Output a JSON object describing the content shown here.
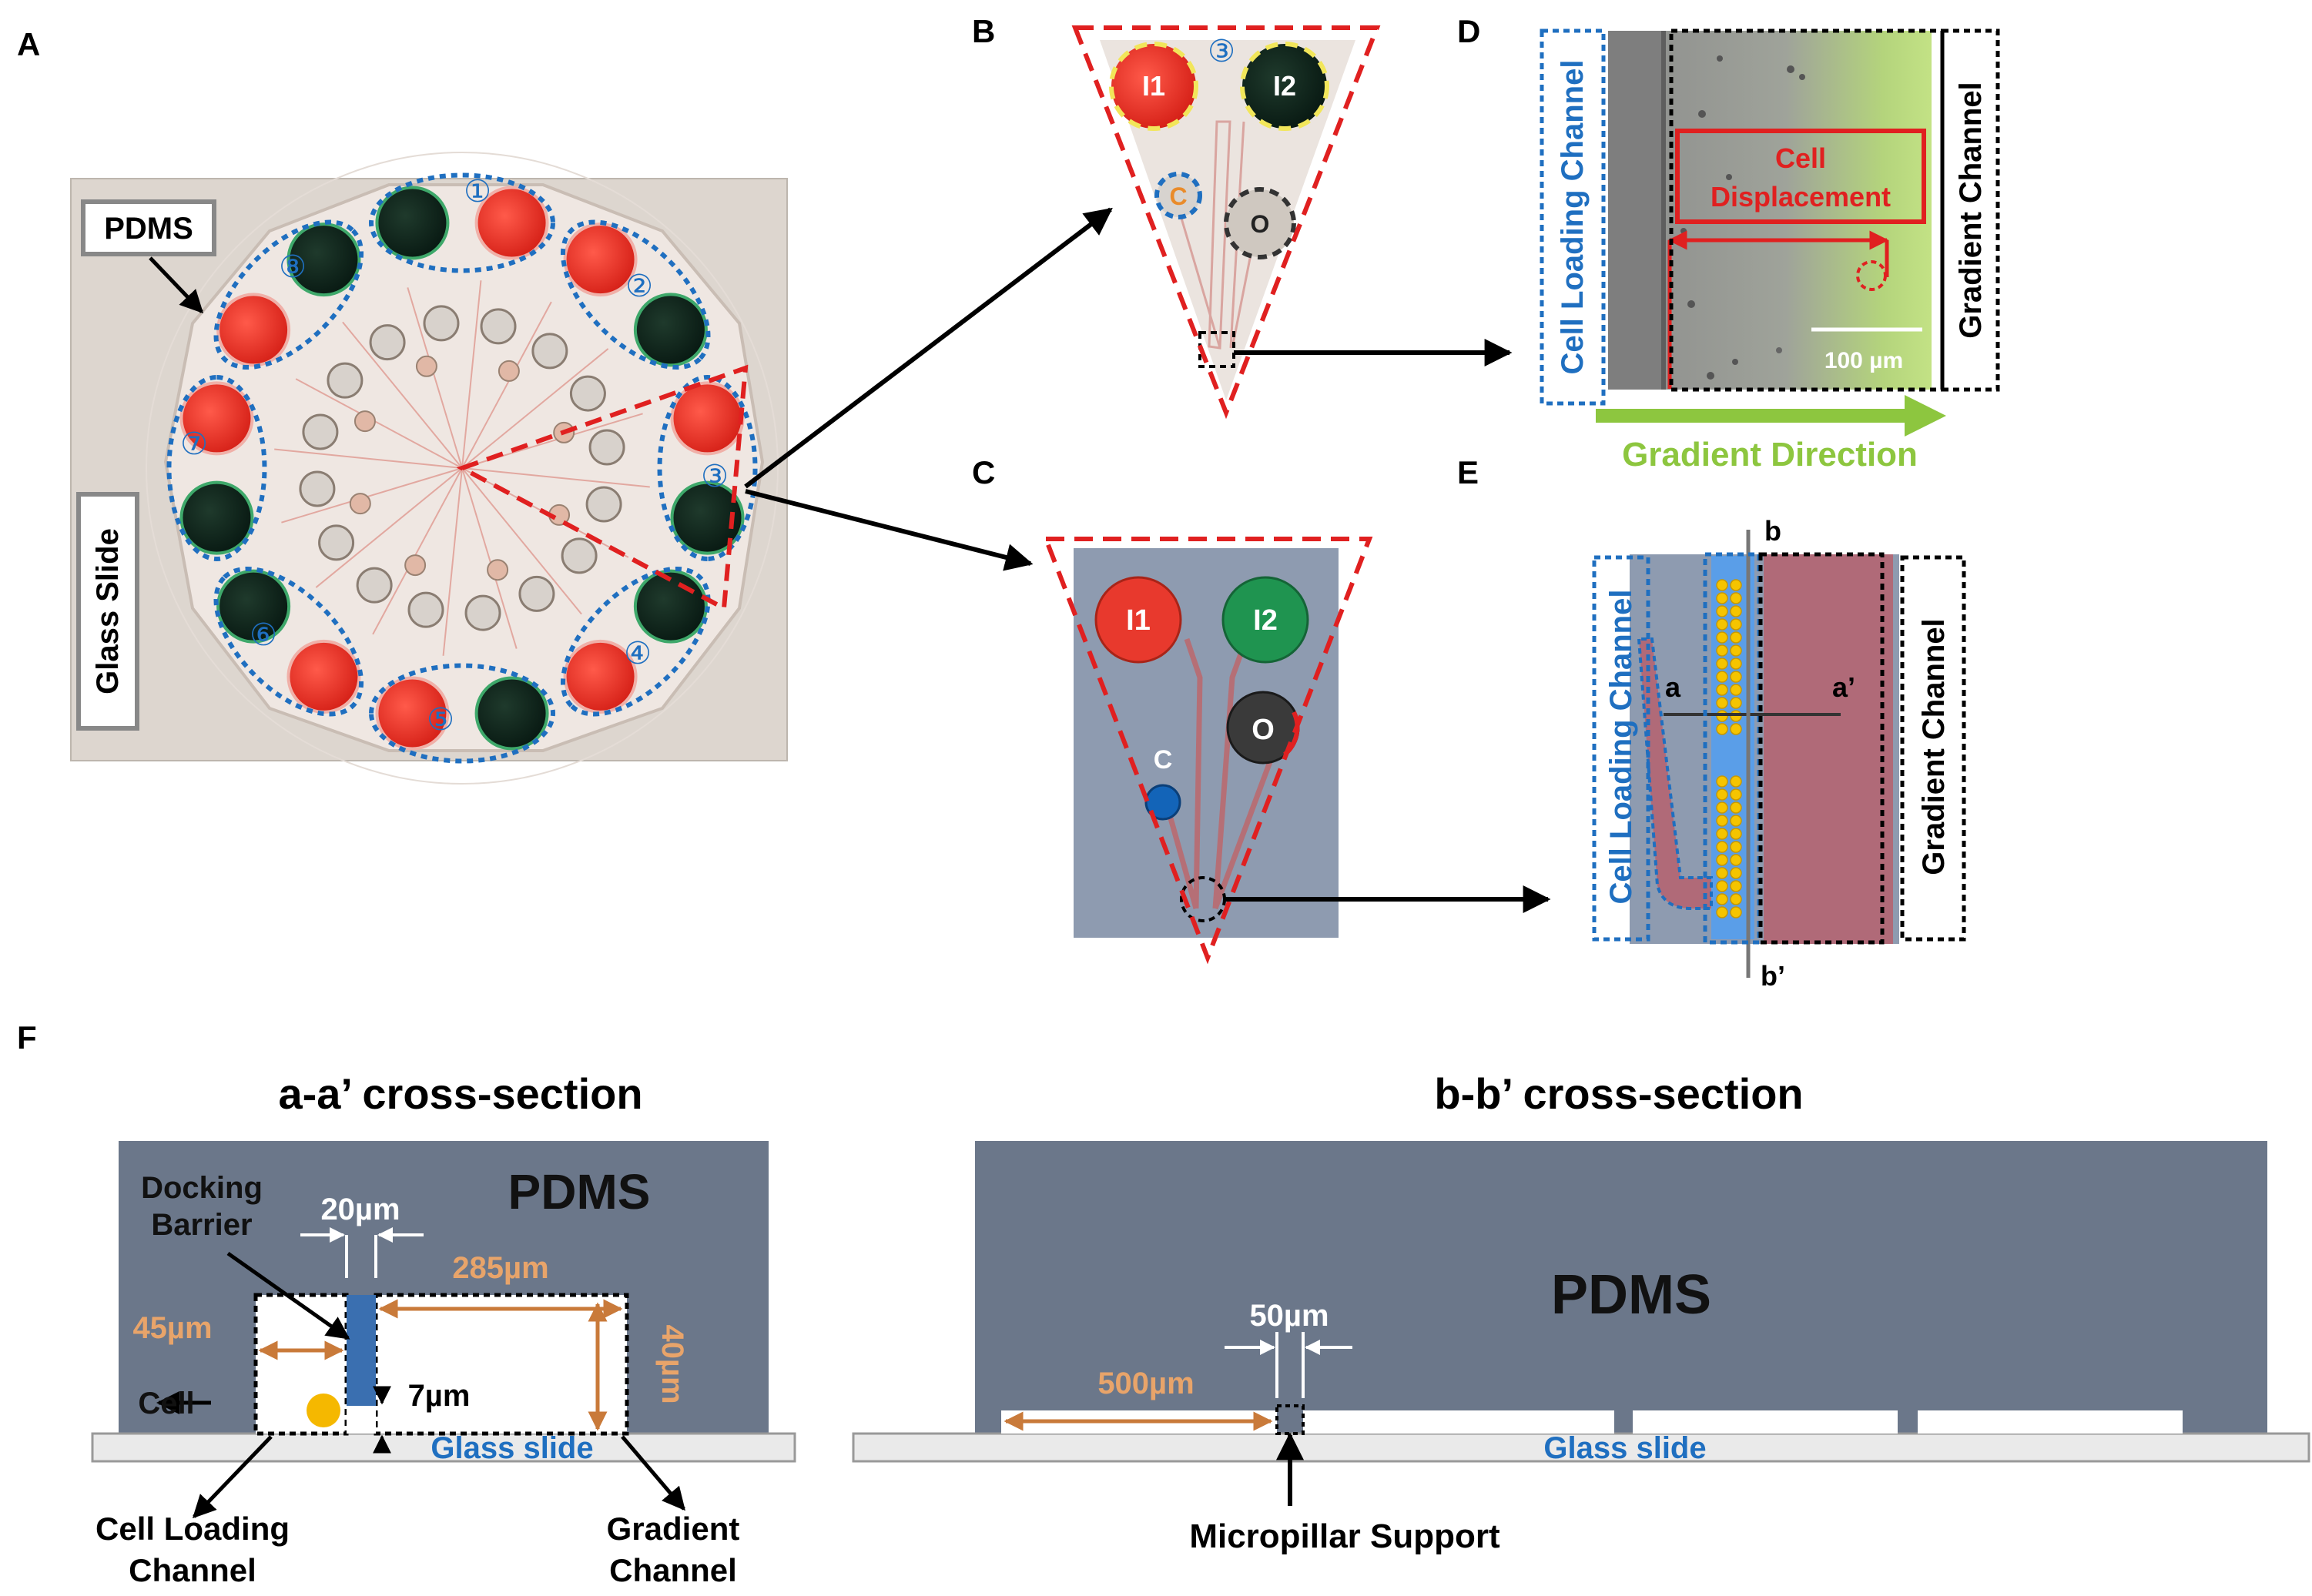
{
  "panels": {
    "A": "A",
    "B": "B",
    "C": "C",
    "D": "D",
    "E": "E",
    "F": "F"
  },
  "panel_a": {
    "pdms_label": "PDMS",
    "glass_label": "Glass Slide",
    "unit_numbers": [
      "①",
      "②",
      "③",
      "④",
      "⑤",
      "⑥",
      "⑦",
      "⑧"
    ]
  },
  "panel_b": {
    "inlet1": "I1",
    "inlet2": "I2",
    "cell_port": "C",
    "outlet": "O",
    "unit_number": "③"
  },
  "panel_c": {
    "inlet1": "I1",
    "inlet2": "I2",
    "cell_port": "C",
    "outlet": "O"
  },
  "panel_d": {
    "left_channel": "Cell Loading Channel",
    "right_channel": "Gradient Channel",
    "displacement_line1": "Cell",
    "displacement_line2": "Displacement",
    "scale_bar": "100 µm",
    "gradient_direction": "Gradient Direction"
  },
  "panel_e": {
    "left_channel": "Cell Loading Channel",
    "right_channel": "Gradient Channel",
    "cut_a": "a",
    "cut_a_prime": "a’",
    "cut_b": "b",
    "cut_b_prime": "b’"
  },
  "panel_f": {
    "aa_title": "a-a’ cross-section",
    "bb_title": "b-b’ cross-section",
    "pdms": "PDMS",
    "pdms_bb": "PDMS",
    "docking_line1": "Docking",
    "docking_line2": "Barrier",
    "w20": "20µm",
    "w285": "285µm",
    "w45": "45µm",
    "h40": "40µm",
    "h7": "7µm",
    "cell": "Cell",
    "glass": "Glass slide",
    "glass_bb": "Glass slide",
    "cl_line1": "Cell Loading",
    "cl_line2": "Channel",
    "gc_line1": "Gradient",
    "gc_line2": "Channel",
    "w500": "500µm",
    "w50": "50µm",
    "micropillar": "Micropillar Support"
  },
  "colors": {
    "red": "#e8302a",
    "green": "#1f8a4c",
    "dark": "#2e2e2e",
    "blue_dash": "#1f6fc0",
    "pdms_gray": "#6b778a",
    "chip_gray": "#8e9bb0",
    "orange": "#cd8a4a",
    "light_green": "#8dc63f",
    "maroon": "#b06a78"
  }
}
